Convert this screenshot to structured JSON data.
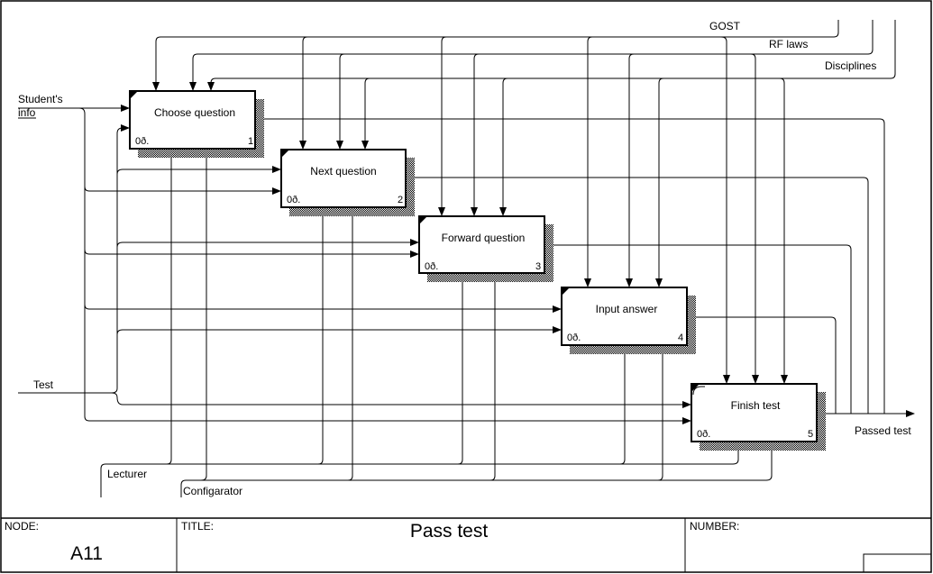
{
  "diagram": {
    "boxes": [
      {
        "title": "Choose question",
        "cost": "0ð.",
        "number": "1"
      },
      {
        "title": "Next question",
        "cost": "0ð.",
        "number": "2"
      },
      {
        "title": "Forward question",
        "cost": "0ð.",
        "number": "3"
      },
      {
        "title": "Input answer",
        "cost": "0ð.",
        "number": "4"
      },
      {
        "title": "Finish test",
        "cost": "0ð.",
        "number": "5"
      }
    ],
    "inputs": {
      "students_info_line1": "Student's",
      "students_info_line2": "info",
      "test": "Test"
    },
    "controls": {
      "gost": "GOST",
      "rf_laws": "RF laws",
      "disciplines": "Disciplines"
    },
    "mechanisms": {
      "lecturer": "Lecturer",
      "configurator": "Configarator"
    },
    "outputs": {
      "passed_test": "Passed test"
    }
  },
  "footer": {
    "node_label": "NODE:",
    "node_value": "A11",
    "title_label": "TITLE:",
    "title_value": "Pass test",
    "number_label": "NUMBER:"
  }
}
